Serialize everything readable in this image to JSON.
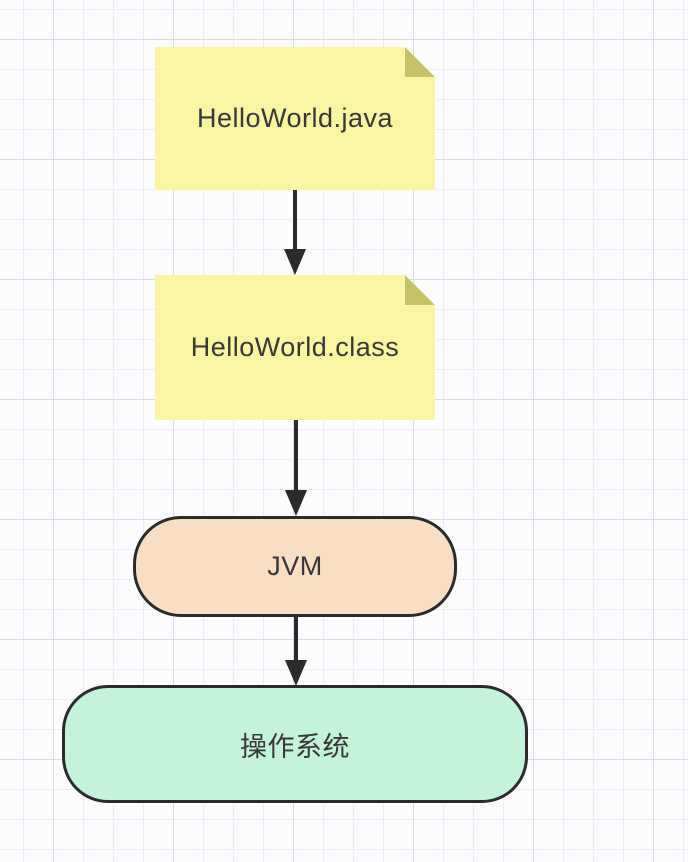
{
  "diagram": {
    "type": "flowchart",
    "direction": "top-down",
    "nodes": [
      {
        "id": "note-java",
        "shape": "sticky-note",
        "label": "HelloWorld.java"
      },
      {
        "id": "note-class",
        "shape": "sticky-note",
        "label": "HelloWorld.class"
      },
      {
        "id": "jvm",
        "shape": "rounded-rectangle",
        "label": "JVM"
      },
      {
        "id": "os",
        "shape": "rounded-rectangle",
        "label": "操作系统"
      }
    ],
    "edges": [
      {
        "from": "note-java",
        "to": "note-class",
        "style": "solid-arrow"
      },
      {
        "from": "note-class",
        "to": "jvm",
        "style": "solid-arrow"
      },
      {
        "from": "jvm",
        "to": "os",
        "style": "solid-arrow"
      }
    ],
    "colors": {
      "background": "#FCFCFE",
      "grid_minor": "#EDEDF3",
      "grid_major": "#DCDCE6",
      "note_fill": "#FAF5A2",
      "note_fold": "#C5C368",
      "jvm_fill": "#F8DEC3",
      "os_fill": "#C3F3D9",
      "node_border": "#2B2B2B",
      "arrow": "#2B2B2B",
      "text": "#383838"
    }
  }
}
